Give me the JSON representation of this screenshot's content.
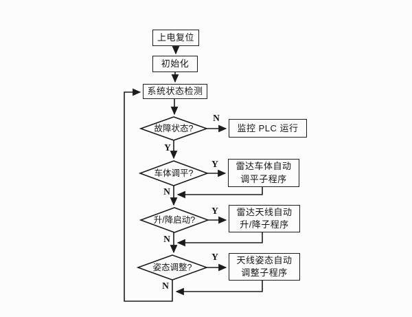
{
  "page": {
    "ink_color": "#1c1c1c",
    "background_color": "#fcfcfc"
  },
  "flowchart": {
    "nodes": {
      "power_reset": "上电复位",
      "init": "初始化",
      "sys_check": "系统状态检测",
      "fault_q": "故障状态?",
      "plc_monitor": "监控 PLC 运行",
      "level_q": "车体调平?",
      "level_sub_line1": "雷达车体自动",
      "level_sub_line2": "调平子程序",
      "lift_q": "升/降启动?",
      "lift_sub_line1": "雷达天线自动",
      "lift_sub_line2": "升/降子程序",
      "attitude_q": "姿态调整?",
      "attitude_sub_line1": "天线姿态自动",
      "attitude_sub_line2": "调整子程序"
    },
    "labels": {
      "d1_n": "N",
      "d1_y": "Y",
      "d2_y": "Y",
      "d2_n": "N",
      "d3_y": "Y",
      "d3_n": "N",
      "d4_y": "Y",
      "d4_n": "N"
    }
  }
}
